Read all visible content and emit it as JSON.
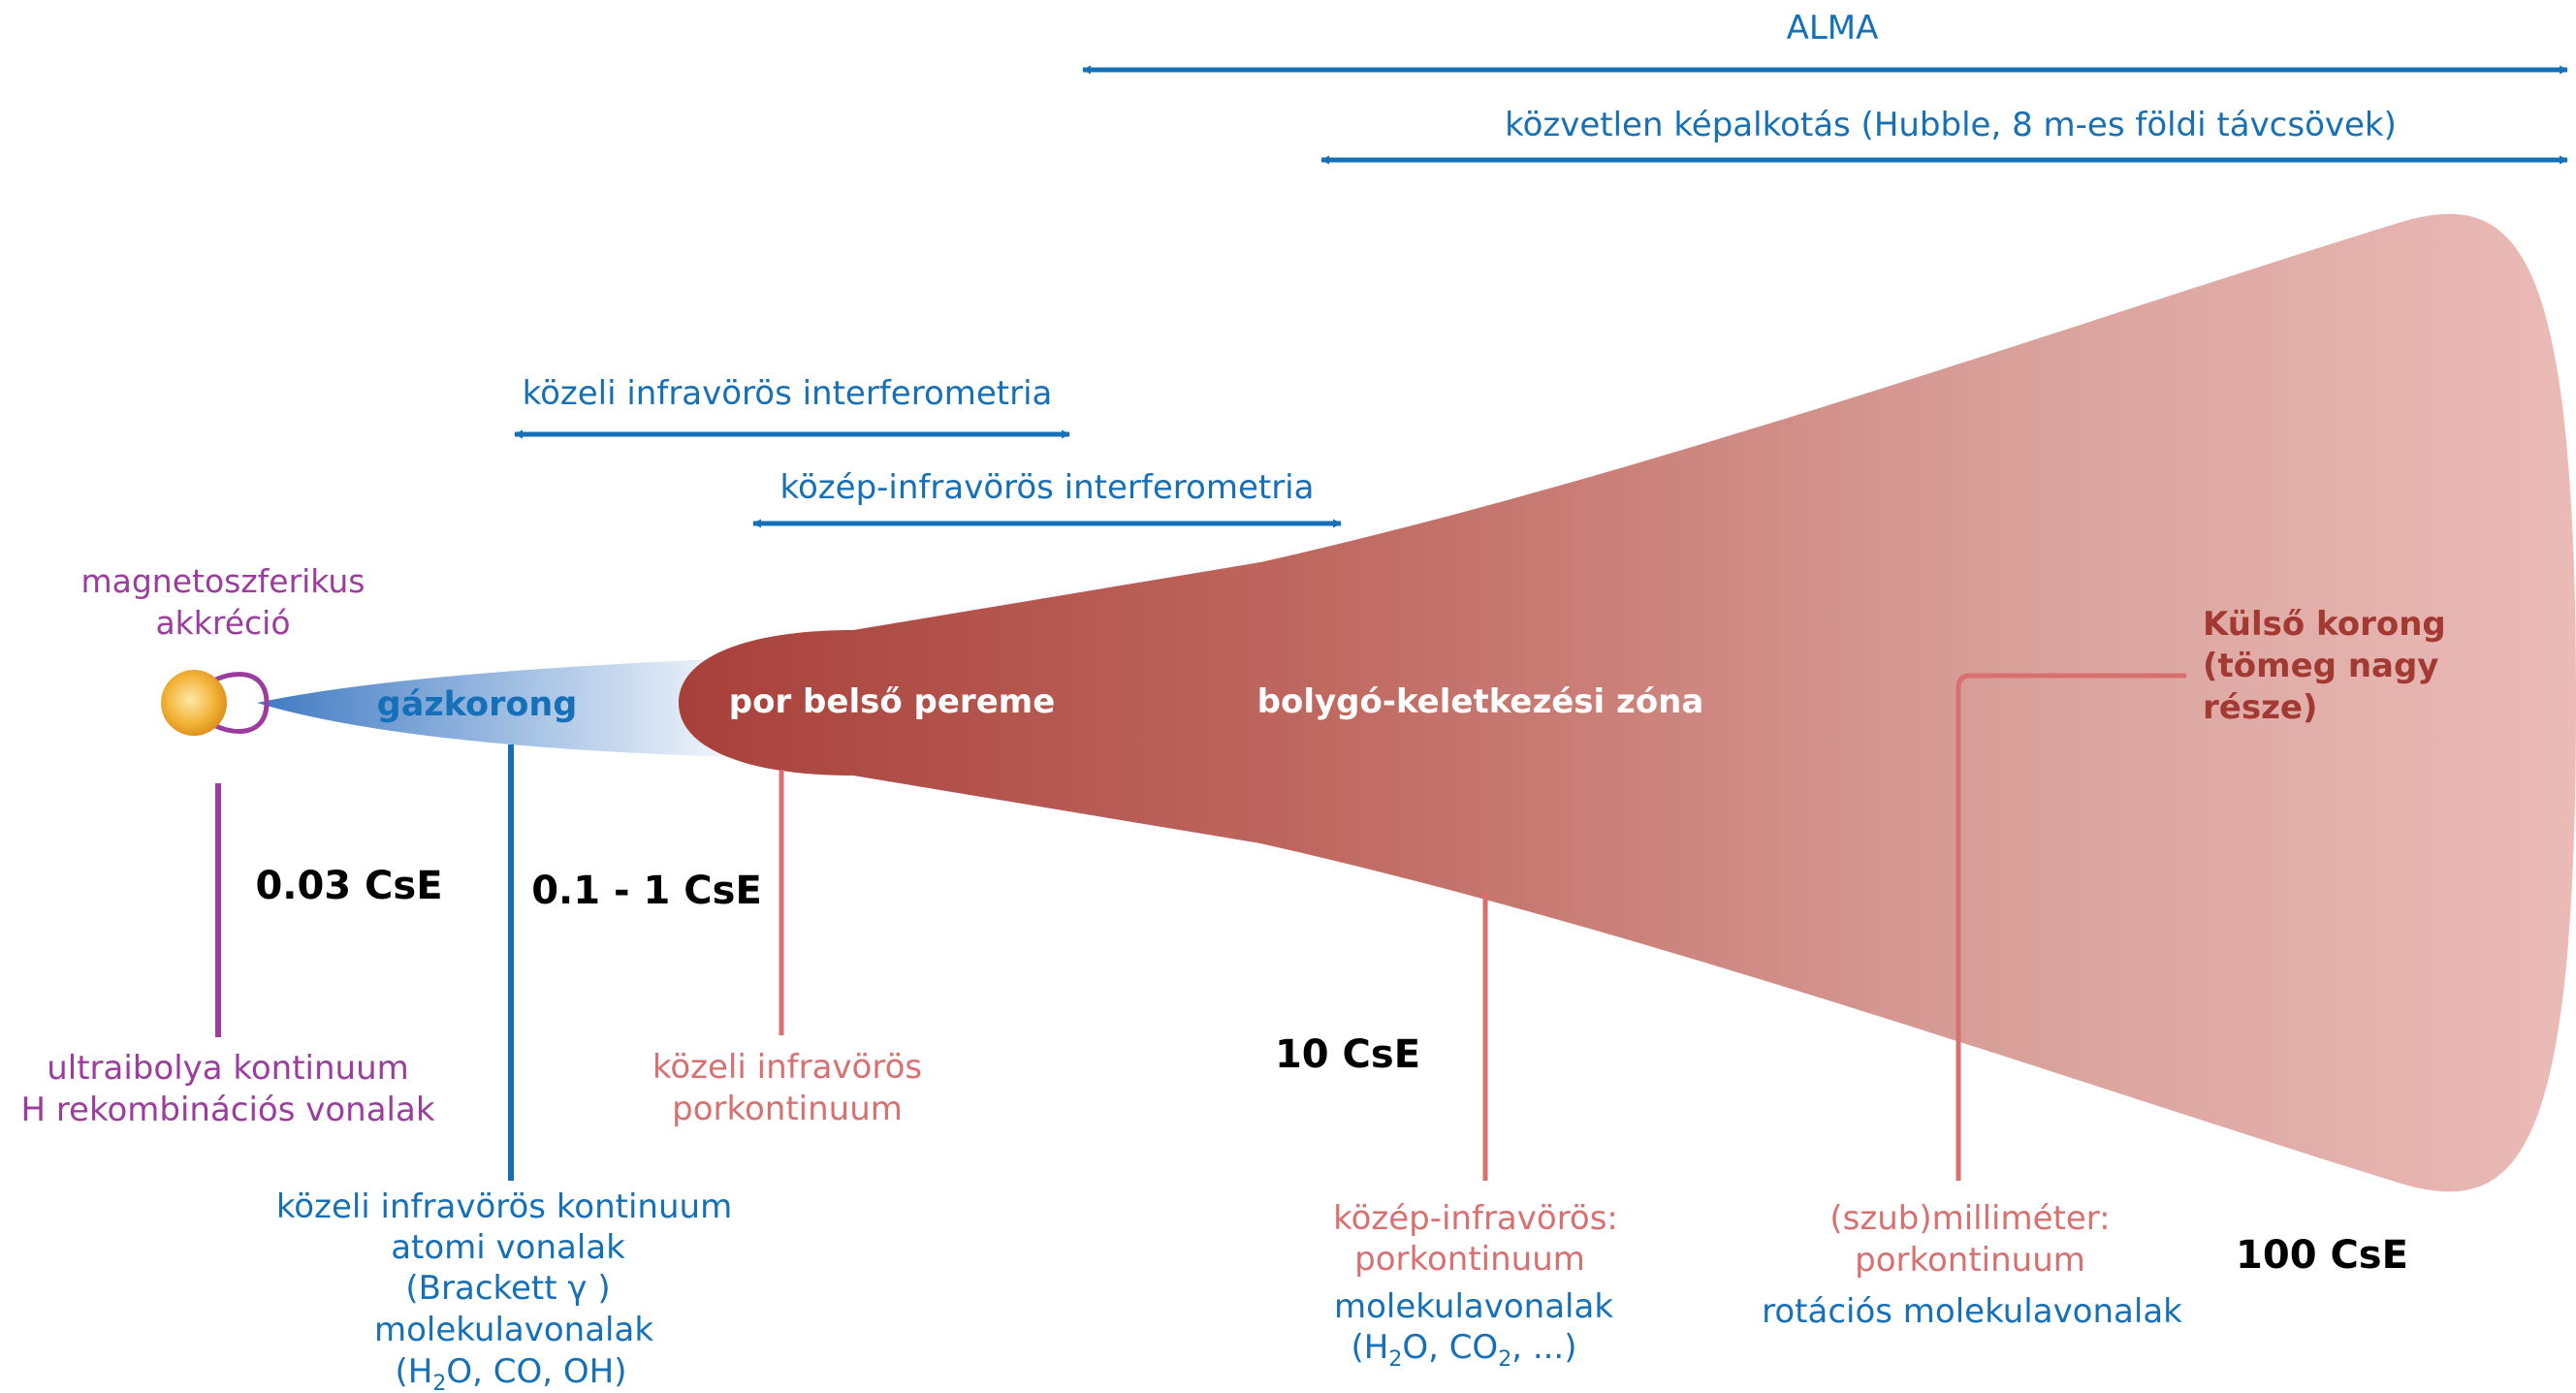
{
  "colors": {
    "blue": "#1670b8",
    "purple": "#9b3c9e",
    "pink": "#d97070",
    "dark_red": "#a23a33",
    "disk_inner": "#a8403a",
    "disk_outer": "#e8b8b4",
    "gas_disk": "#4a82c6",
    "star": "#f0a62a"
  },
  "techniques": {
    "alma": "ALMA",
    "direct_imaging": "közvetlen képalkotás (Hubble, 8 m-es földi távcsövek)",
    "nir_interferometry": "közeli infravörös interferometria",
    "mir_interferometry": "közép-infravörös interferometria"
  },
  "star": {
    "label_line1": "magnetoszferikus",
    "label_line2": "akkréció"
  },
  "regions": {
    "gas_disk": "gázkorong",
    "dust_inner_rim": "por belső pereme",
    "planet_forming_zone": "bolygó-keletkezési zóna",
    "outer_disk_line1": "Külső korong",
    "outer_disk_line2": "(tömeg nagy",
    "outer_disk_line3": "része)"
  },
  "distances": {
    "d1": "0.03 CsE",
    "d2": "0.1 - 1 CsE",
    "d3": "10 CsE",
    "d4": "100 CsE"
  },
  "tracers": {
    "uv_line1": "ultraibolya kontinuum",
    "uv_line2": "H rekombinációs vonalak",
    "nir_line1": "közeli infravörös kontinuum",
    "nir_line2": "atomi vonalak",
    "nir_line3": "(Brackett γ )",
    "nir_line4": "molekulavonalak",
    "nir_line5_pre": "(H",
    "nir_line5_sub": "2",
    "nir_line5_post": "O, CO, OH)",
    "nir_dust_line1": "közeli infravörös",
    "nir_dust_line2": "porkontinuum",
    "mir_line1": "közép-infravörös:",
    "mir_line2": "porkontinuum",
    "mir_line3": "molekulavonalak",
    "mir_line4_pre": "(H",
    "mir_line4_sub1": "2",
    "mir_line4_mid": "O, CO",
    "mir_line4_sub2": "2",
    "mir_line4_post": ", ...)",
    "mm_line1": "(szub)milliméter:",
    "mm_line2": "porkontinuum",
    "mm_line3": "rotációs molekulavonalak"
  }
}
